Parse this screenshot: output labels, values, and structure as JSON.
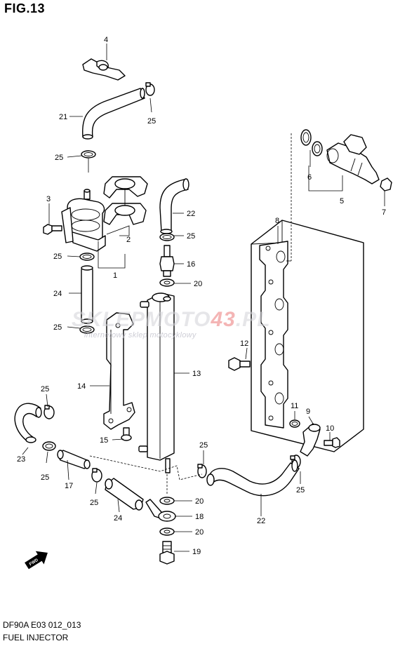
{
  "figure": {
    "title": "FIG.13",
    "code": "DF90A E03 012_013",
    "name": "FUEL INJECTOR"
  },
  "watermark": {
    "main_pre": "SKLEPMOTO",
    "main_accent": "43",
    "main_post": ".PL",
    "sub": "internetowy sklep motocyklowy"
  },
  "fwd_arrow": {
    "label": "FWD"
  },
  "callouts": {
    "c1": "1",
    "c2": "2",
    "c3": "3",
    "c4": "4",
    "c5": "5",
    "c6": "6",
    "c7": "7",
    "c8": "8",
    "c9": "9",
    "c10": "10",
    "c11": "11",
    "c12": "12",
    "c13": "13",
    "c14": "14",
    "c15": "15",
    "c16": "16",
    "c17": "17",
    "c18": "18",
    "c19": "19",
    "c20a": "20",
    "c20b": "20",
    "c20c": "20",
    "c21": "21",
    "c22a": "22",
    "c22b": "22",
    "c23": "23",
    "c24a": "24",
    "c24b": "24",
    "c25a": "25",
    "c25b": "25",
    "c25c": "25",
    "c25d": "25",
    "c25e": "25",
    "c25f": "25",
    "c25g": "25",
    "c25h": "25",
    "c25i": "25",
    "c25j": "25"
  }
}
